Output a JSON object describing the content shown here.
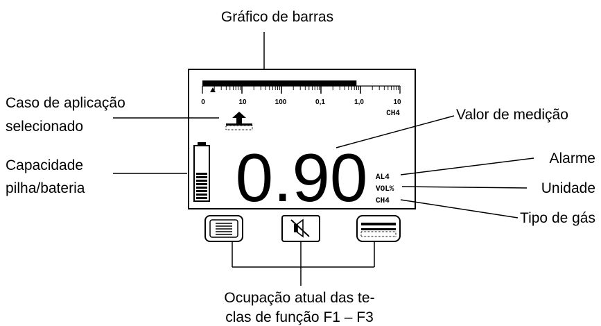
{
  "callouts": {
    "bar_chart": "Gráfico de barras",
    "application_case_line1": "Caso de aplicação",
    "application_case_line2": "selecionado",
    "battery_line1": "Capacidade",
    "battery_line2": "pilha/bateria",
    "measured_value": "Valor de medição",
    "alarm": "Alarme",
    "unit": "Unidade",
    "gas_type": "Tipo de gás",
    "function_keys_line1": "Ocupação atual das te-",
    "function_keys_line2": "clas de função F1 – F3"
  },
  "display": {
    "scale_ticks": [
      "0",
      "10",
      "100",
      "0,1",
      "1,0",
      "10"
    ],
    "scale_gas": "CH4",
    "reading": "0.90",
    "alarm_code": "AL4",
    "unit": "VOL%",
    "gas": "CH4",
    "bar_fill_fraction": 0.78,
    "battery_segments": 8
  },
  "function_keys": [
    {
      "key": "F1",
      "icon": "menu-list-icon"
    },
    {
      "key": "F2",
      "icon": "speaker-mute-icon"
    },
    {
      "key": "F3",
      "icon": "bar-graph-icon"
    }
  ]
}
